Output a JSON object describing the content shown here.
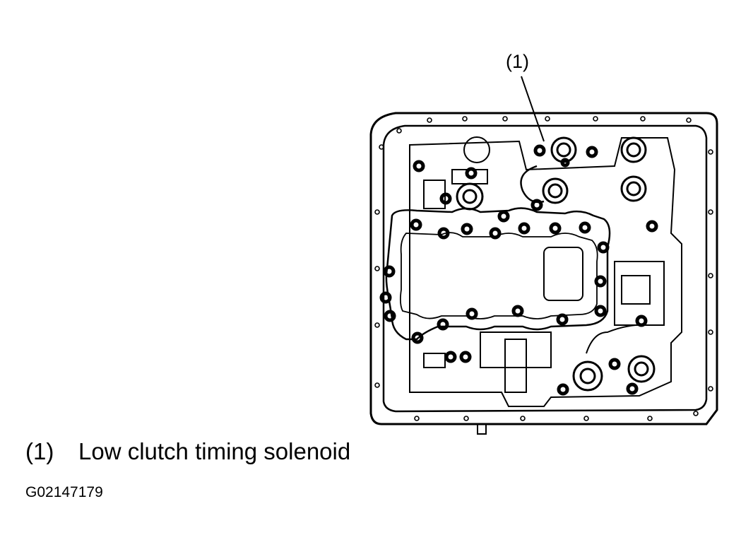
{
  "callout": {
    "label": "(1)"
  },
  "legend": [
    {
      "number": "(1)",
      "text": "Low clutch timing solenoid"
    }
  ],
  "figure_id": "G02147179"
}
